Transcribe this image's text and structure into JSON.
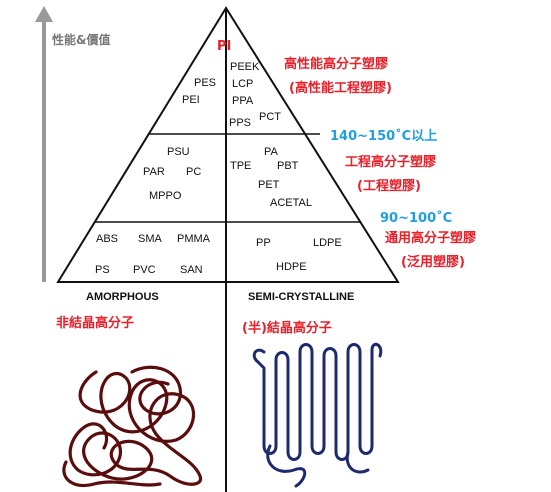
{
  "axis": {
    "label": "性能&價值"
  },
  "apex_label": "PI",
  "tiers": {
    "top": {
      "left": [
        "PES",
        "PEI"
      ],
      "right": [
        "PEEK",
        "LCP",
        "PPA",
        "PPS",
        "PCT"
      ],
      "title": "高性能高分子塑膠",
      "subtitle": "(高性能工程塑膠)"
    },
    "middle": {
      "boundary_temp": "140~150˚C以上",
      "left": [
        "PSU",
        "PAR",
        "PC",
        "MPPO"
      ],
      "right": [
        "PA",
        "TPE",
        "PBT",
        "PET",
        "ACETAL"
      ],
      "title": "工程高分子塑膠",
      "subtitle": "(工程塑膠)"
    },
    "bottom": {
      "boundary_temp": "90~100˚C",
      "left": [
        "ABS",
        "SMA",
        "PMMA",
        "PS",
        "PVC",
        "SAN"
      ],
      "right": [
        "PP",
        "LDPE",
        "HDPE"
      ],
      "title": "通用高分子塑膠",
      "subtitle": "(泛用塑膠)"
    }
  },
  "categories": {
    "amorphous": {
      "heading": "AMORPHOUS",
      "label_zh": "非結晶高分子"
    },
    "semi_crystalline": {
      "heading": "SEMI-CRYSTALLINE",
      "label_zh": "(半)結晶高分子"
    }
  },
  "colors": {
    "tier_label": "#e8202a",
    "temperature": "#1f9fe0",
    "amorphous_chain": "#5a0d0d",
    "crystalline_chain": "#1e2a6e",
    "axis": "#999999"
  }
}
